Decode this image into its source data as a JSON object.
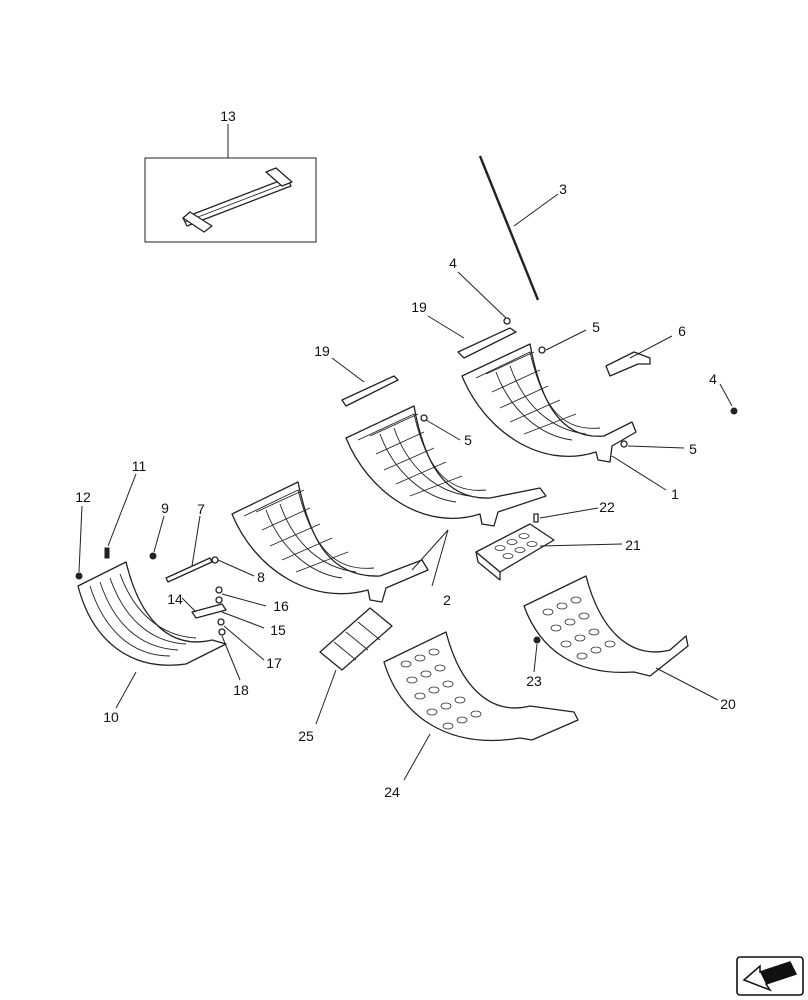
{
  "callouts": [
    "13",
    "3",
    "4",
    "19",
    "5",
    "6",
    "19",
    "4",
    "5",
    "5",
    "1",
    "11",
    "12",
    "9",
    "7",
    "22",
    "21",
    "8",
    "2",
    "16",
    "14",
    "15",
    "17",
    "18",
    "10",
    "25",
    "23",
    "20",
    "24"
  ]
}
